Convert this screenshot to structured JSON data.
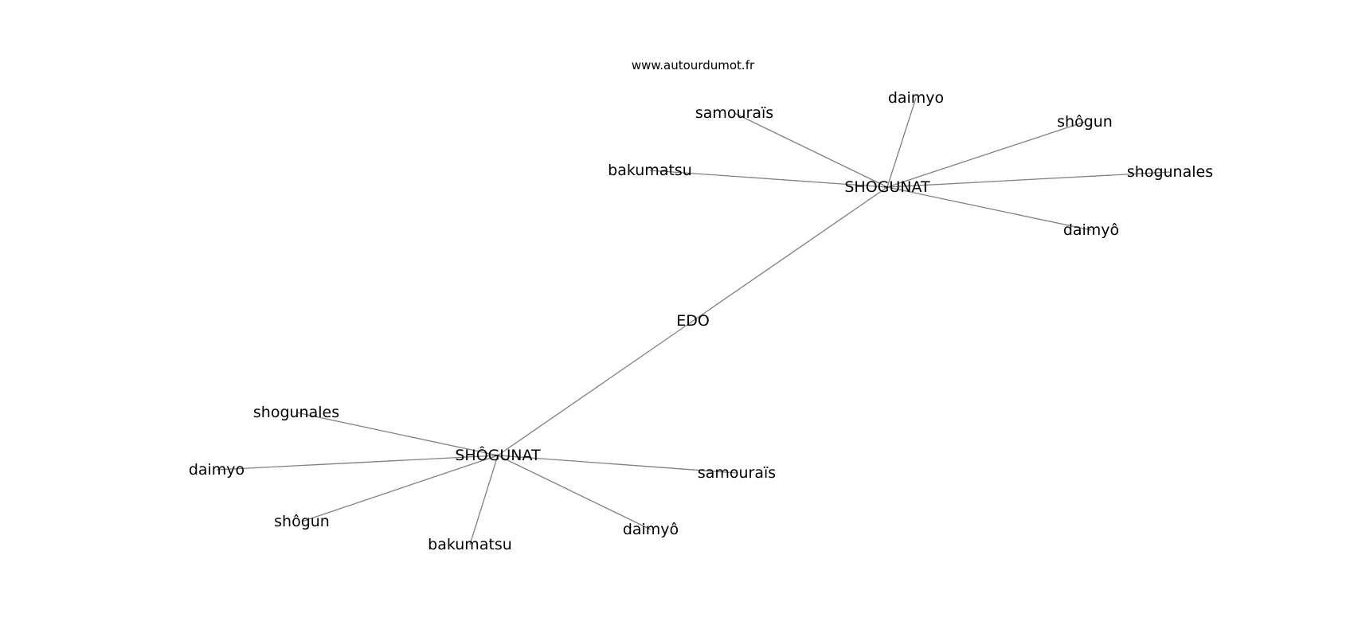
{
  "watermark": "www.autourdumot.fr",
  "graph": {
    "nodes": [
      {
        "id": "edo",
        "label": "EDO"
      },
      {
        "id": "shogunat",
        "label": "SHOGUNAT"
      },
      {
        "id": "shogunat2",
        "label": "SHÔGUNAT"
      },
      {
        "id": "t_daimyo",
        "label": "daimyo"
      },
      {
        "id": "t_samourais",
        "label": "samouraïs"
      },
      {
        "id": "t_shogun",
        "label": "shôgun"
      },
      {
        "id": "t_bakumatsu",
        "label": "bakumatsu"
      },
      {
        "id": "t_shogunales",
        "label": "shogunales"
      },
      {
        "id": "t_daimyo2",
        "label": "daimyô"
      },
      {
        "id": "b_shogunales",
        "label": "shogunales"
      },
      {
        "id": "b_daimyo",
        "label": "daimyo"
      },
      {
        "id": "b_shogun",
        "label": "shôgun"
      },
      {
        "id": "b_bakumatsu",
        "label": "bakumatsu"
      },
      {
        "id": "b_daimyo2",
        "label": "daimyô"
      },
      {
        "id": "b_samourais",
        "label": "samouraïs"
      }
    ],
    "edges": [
      [
        "edo",
        "shogunat"
      ],
      [
        "edo",
        "shogunat2"
      ],
      [
        "shogunat",
        "t_daimyo"
      ],
      [
        "shogunat",
        "t_samourais"
      ],
      [
        "shogunat",
        "t_shogun"
      ],
      [
        "shogunat",
        "t_bakumatsu"
      ],
      [
        "shogunat",
        "t_shogunales"
      ],
      [
        "shogunat",
        "t_daimyo2"
      ],
      [
        "shogunat2",
        "b_shogunales"
      ],
      [
        "shogunat2",
        "b_daimyo"
      ],
      [
        "shogunat2",
        "b_shogun"
      ],
      [
        "shogunat2",
        "b_bakumatsu"
      ],
      [
        "shogunat2",
        "b_daimyo2"
      ],
      [
        "shogunat2",
        "b_samourais"
      ]
    ]
  }
}
